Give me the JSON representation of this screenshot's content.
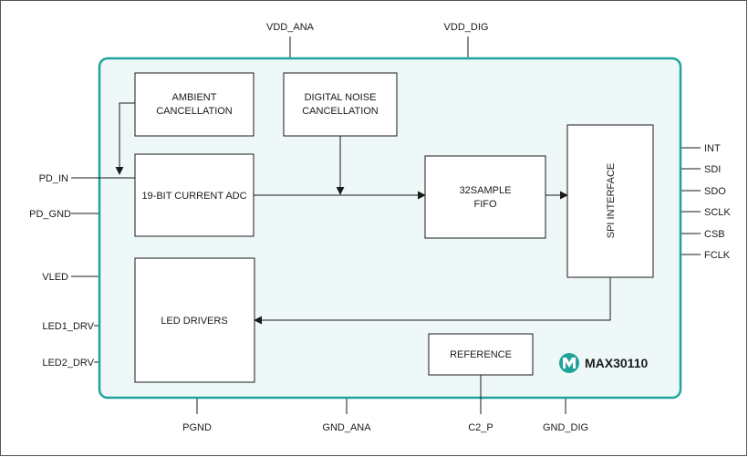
{
  "colors": {
    "chip_border": "#1fa39a",
    "chip_fill": "#eef8f8",
    "logo_fill": "#1fa39a",
    "line": "#1a1a1a"
  },
  "blocks": {
    "ambient": {
      "line1": "AMBIENT",
      "line2": "CANCELLATION"
    },
    "digital_noise": {
      "line1": "DIGITAL NOISE",
      "line2": "CANCELLATION"
    },
    "adc": {
      "label": "19-BIT CURRENT ADC"
    },
    "fifo": {
      "line1": "32SAMPLE",
      "line2": "FIFO"
    },
    "spi": {
      "label": "SPI INTERFACE"
    },
    "led_drivers": {
      "label": "LED DRIVERS"
    },
    "reference": {
      "label": "REFERENCE"
    }
  },
  "brand": {
    "part_number": "MAX30110",
    "logo_icon": "maxim-logo-icon"
  },
  "pins": {
    "top": {
      "vdd_ana": "VDD_ANA",
      "vdd_dig": "VDD_DIG"
    },
    "left": {
      "pd_in": "PD_IN",
      "pd_gnd": "PD_GND",
      "vled": "VLED",
      "led1_drv": "LED1_DRV",
      "led2_drv": "LED2_DRV"
    },
    "right": {
      "int": "INT",
      "sdi": "SDI",
      "sdo": "SDO",
      "sclk": "SCLK",
      "csb": "CSB",
      "fclk": "FCLK"
    },
    "bottom": {
      "pgnd": "PGND",
      "gnd_ana": "GND_ANA",
      "c2_p": "C2_P",
      "gnd_dig": "GND_DIG"
    }
  }
}
